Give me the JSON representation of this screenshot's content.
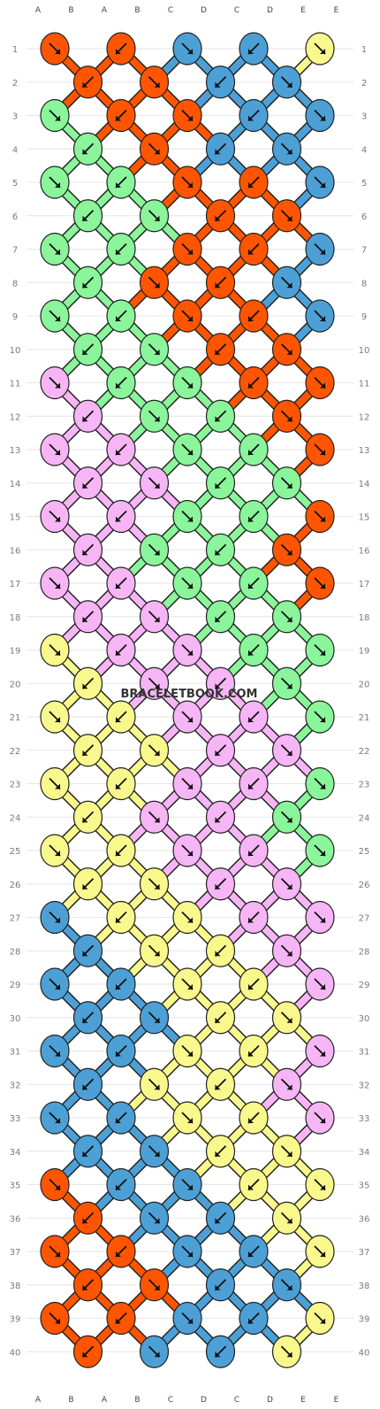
{
  "site_watermark": "BRACELETBOOK.COM",
  "colors": {
    "A": "#ff5500",
    "B": "#8af59a",
    "C": "#4ca0d6",
    "D": "#f6b5f5",
    "E": "#f9f88c"
  },
  "start_labels": [
    "A",
    "B",
    "A",
    "B",
    "C",
    "D",
    "C",
    "D",
    "E",
    "E"
  ],
  "end_labels": [
    "A",
    "B",
    "A",
    "B",
    "C",
    "D",
    "C",
    "D",
    "E",
    "E"
  ],
  "row_count": 40,
  "knots": [
    [
      "A",
      "A",
      "C",
      "C",
      "E"
    ],
    [
      "A",
      "A",
      "C",
      "C"
    ],
    [
      "B",
      "A",
      "A",
      "C",
      "C"
    ],
    [
      "B",
      "A",
      "C",
      "C"
    ],
    [
      "B",
      "B",
      "A",
      "A",
      "C"
    ],
    [
      "B",
      "B",
      "A",
      "A"
    ],
    [
      "B",
      "B",
      "A",
      "A",
      "C"
    ],
    [
      "B",
      "A",
      "A",
      "C"
    ],
    [
      "B",
      "B",
      "A",
      "A",
      "C"
    ],
    [
      "B",
      "B",
      "A",
      "A"
    ],
    [
      "D",
      "B",
      "B",
      "A",
      "A"
    ],
    [
      "D",
      "B",
      "B",
      "A"
    ],
    [
      "D",
      "D",
      "B",
      "B",
      "A"
    ],
    [
      "D",
      "D",
      "B",
      "B"
    ],
    [
      "D",
      "D",
      "B",
      "B",
      "A"
    ],
    [
      "D",
      "B",
      "B",
      "A"
    ],
    [
      "D",
      "D",
      "B",
      "B",
      "A"
    ],
    [
      "D",
      "D",
      "B",
      "B"
    ],
    [
      "E",
      "D",
      "D",
      "B",
      "B"
    ],
    [
      "E",
      "D",
      "D",
      "B"
    ],
    [
      "E",
      "E",
      "D",
      "D",
      "B"
    ],
    [
      "E",
      "E",
      "D",
      "D"
    ],
    [
      "E",
      "E",
      "D",
      "D",
      "B"
    ],
    [
      "E",
      "D",
      "D",
      "B"
    ],
    [
      "E",
      "E",
      "D",
      "D",
      "B"
    ],
    [
      "E",
      "E",
      "D",
      "D"
    ],
    [
      "C",
      "E",
      "E",
      "D",
      "D"
    ],
    [
      "C",
      "E",
      "E",
      "D"
    ],
    [
      "C",
      "C",
      "E",
      "E",
      "D"
    ],
    [
      "C",
      "C",
      "E",
      "E"
    ],
    [
      "C",
      "C",
      "E",
      "E",
      "D"
    ],
    [
      "C",
      "E",
      "E",
      "D"
    ],
    [
      "C",
      "C",
      "E",
      "E",
      "D"
    ],
    [
      "C",
      "C",
      "E",
      "E"
    ],
    [
      "A",
      "C",
      "C",
      "E",
      "E"
    ],
    [
      "A",
      "C",
      "C",
      "E"
    ],
    [
      "A",
      "A",
      "C",
      "C",
      "E"
    ],
    [
      "A",
      "A",
      "C",
      "C"
    ],
    [
      "A",
      "A",
      "C",
      "C",
      "E"
    ],
    [
      "A",
      "C",
      "C",
      "E"
    ]
  ]
}
